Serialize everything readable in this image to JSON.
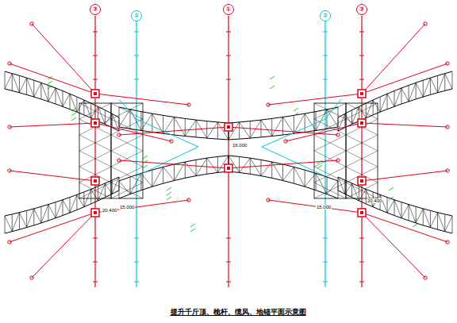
{
  "diagram": {
    "caption": "提升千斤顶、桅杆、缆风、地锚平面示意图",
    "nodes": [
      {
        "text": [
          "③"
        ]
      },
      {
        "text": [
          "②"
        ]
      },
      {
        "text": [
          "①"
        ]
      },
      {
        "text": [
          "②"
        ]
      },
      {
        "text": [
          "③"
        ]
      }
    ],
    "labels": [
      "16.000",
      "20.400",
      "20.400",
      "15.000",
      "15.000"
    ]
  }
}
